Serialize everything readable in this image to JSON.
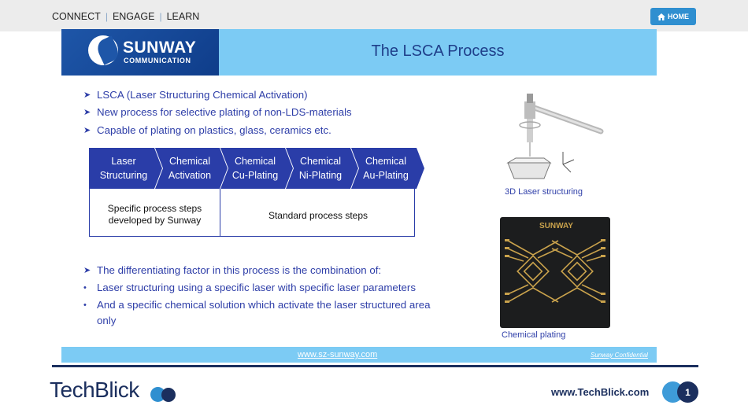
{
  "topnav": {
    "items": [
      "CONNECT",
      "ENGAGE",
      "LEARN"
    ],
    "home_label": "HOME"
  },
  "slide": {
    "logo": {
      "name": "SUNWAY",
      "sub": "COMMUNICATION"
    },
    "title": "The LSCA Process",
    "bullets": [
      "LSCA (Laser Structuring Chemical Activation)",
      "New process for selective plating of non-LDS-materials",
      "Capable of plating on plastics, glass, ceramics etc."
    ],
    "process_steps": [
      [
        "Laser",
        "Structuring"
      ],
      [
        "Chemical",
        "Activation"
      ],
      [
        "Chemical",
        "Cu-Plating"
      ],
      [
        "Chemical",
        "Ni-Plating"
      ],
      [
        "Chemical",
        "Au-Plating"
      ]
    ],
    "specific_steps": [
      "Specific process steps",
      "developed by Sunway"
    ],
    "standard_steps": "Standard process steps",
    "differentiator": "The differentiating factor in this process is the combination of:",
    "diff_points": [
      "Laser structuring using a specific laser with specific laser parameters",
      "And a specific chemical solution which activate the laser structured area only"
    ],
    "caption_laser": "3D Laser structuring",
    "caption_pcb": "Chemical plating",
    "pcb_logo": "SUNWAY",
    "footer_url": "www.sz-sunway.com",
    "footer_confidential": "Sunway Confidential"
  },
  "footer": {
    "brand": "TechBlick",
    "site": "www.TechBlick.com",
    "page": "1"
  },
  "colors": {
    "header_blue": "#7ccbf4",
    "logo_blue": "#1e56a8",
    "text_blue": "#2e3ea8",
    "chevron_blue": "#2a3da8",
    "navy": "#1b2f5e",
    "accent": "#2f8fd0"
  },
  "icons": [
    "home-icon",
    "arrow-bullet-icon",
    "chevron-arrow-icon"
  ]
}
